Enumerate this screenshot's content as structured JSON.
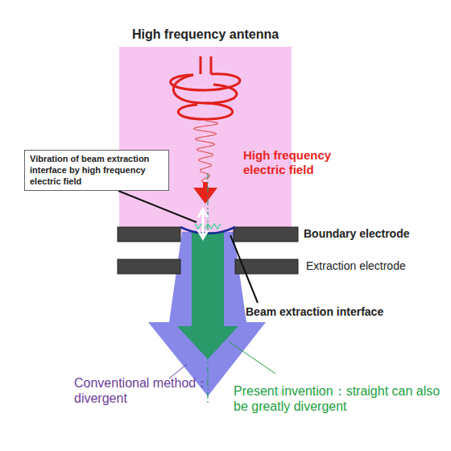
{
  "diagram": {
    "title": "High frequency antenna",
    "nodes": [
      {
        "text": [
          "Vibration of beam extraction interface by high frequency electric field"
        ]
      }
    ],
    "labels": [
      "High frequency electric field",
      "Boundary electrode",
      "Extraction electrode",
      "Beam extraction interface",
      "Conventional method：divergent",
      "Present invention：straight can also be greatly divergent"
    ]
  }
}
